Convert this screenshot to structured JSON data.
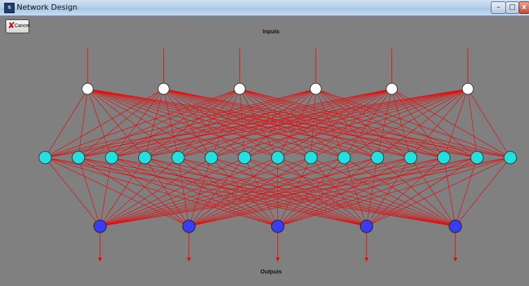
{
  "window": {
    "title": "Network Design",
    "icon": "app-window-icon"
  },
  "titlebar_buttons": {
    "minimize": "–",
    "maximize": "□",
    "close": "x"
  },
  "toolbar": {
    "cancel_label": "Cancel",
    "cancel_icon": "red-x-icon"
  },
  "diagram": {
    "inputs_label": "Inputs",
    "outputs_label": "Outputs",
    "input_nodes": 6,
    "hidden_nodes": 15,
    "output_nodes": 5
  },
  "colors": {
    "background": "#808080",
    "input_node": "#ffffff",
    "hidden_node": "#22e0e0",
    "output_node": "#3b3bef",
    "connection": "#e01010"
  }
}
